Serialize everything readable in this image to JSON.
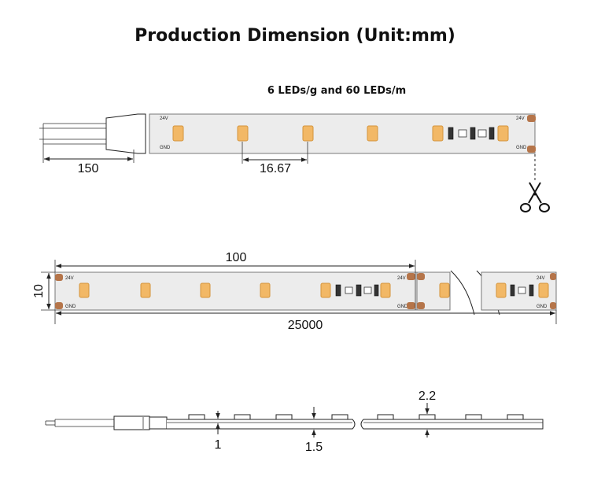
{
  "title": "Production Dimension (Unit:mm)",
  "subtitle": "6 LEDs/g and 60 LEDs/m",
  "labels": {
    "pos": "24V",
    "gnd": "GND"
  },
  "dimensions": {
    "lead_length": "150",
    "led_pitch": "16.67",
    "cut_length": "100",
    "width": "10",
    "reel_length": "25000",
    "pcb_thickness": "1",
    "total_thickness": "1.5",
    "led_height": "2.2"
  },
  "icons": {
    "cut_mark": "scissors-icon"
  },
  "colors": {
    "led": "#f2b866",
    "pad": "#b5754a",
    "strip": "#ececec"
  }
}
